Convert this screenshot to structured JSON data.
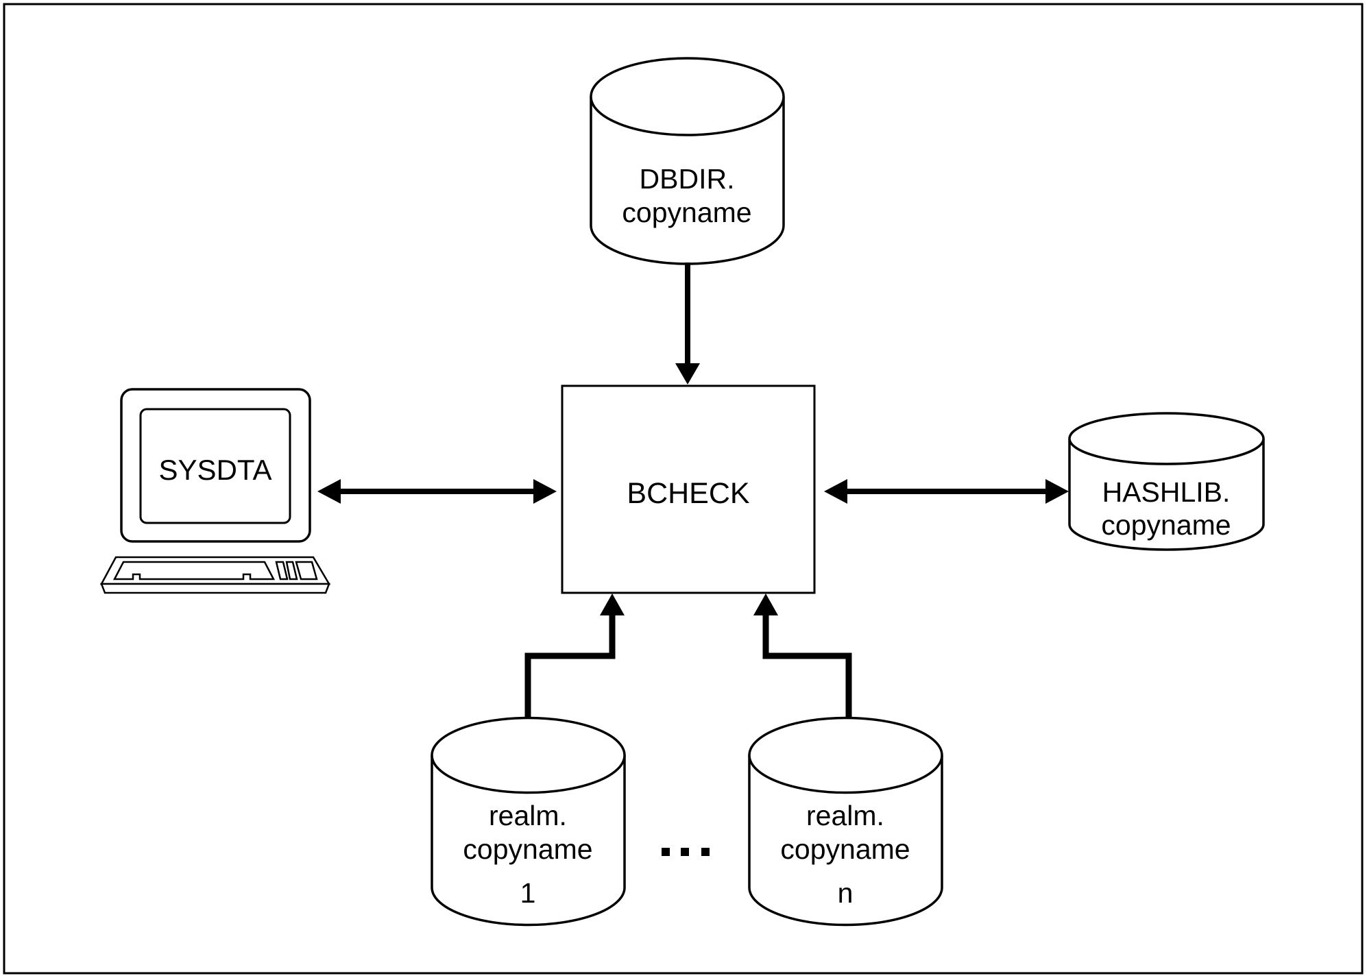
{
  "diagram": {
    "colors": {
      "line": "#000000",
      "fill": "#ffffff",
      "text": "#000000",
      "background": "#ffffff"
    },
    "nodes": {
      "dbdir": {
        "kind": "disk-datastore",
        "line1": "DBDIR.",
        "line2": "copyname"
      },
      "bcheck": {
        "kind": "process-box",
        "label": "BCHECK"
      },
      "sysdta": {
        "kind": "terminal",
        "label": "SYSDTA"
      },
      "hashlib": {
        "kind": "disk-datastore",
        "line1": "HASHLIB.",
        "line2": "copyname"
      },
      "realm_1": {
        "kind": "disk-datastore",
        "line1": "realm.",
        "line2": "copyname",
        "line3": "1"
      },
      "realm_n": {
        "kind": "disk-datastore",
        "line1": "realm.",
        "line2": "copyname",
        "line3": "n"
      }
    },
    "ellipsis": "...",
    "edges": [
      {
        "id": "dbdir-to-bcheck",
        "from": "dbdir",
        "to": "bcheck",
        "arrows": "to"
      },
      {
        "id": "sysdta-bcheck",
        "from": "sysdta",
        "to": "bcheck",
        "arrows": "both"
      },
      {
        "id": "bcheck-hashlib",
        "from": "bcheck",
        "to": "hashlib",
        "arrows": "both"
      },
      {
        "id": "realm-1-to-bcheck",
        "from": "realm_1",
        "to": "bcheck",
        "arrows": "to"
      },
      {
        "id": "realm-n-to-bcheck",
        "from": "realm_n",
        "to": "bcheck",
        "arrows": "to"
      }
    ]
  }
}
